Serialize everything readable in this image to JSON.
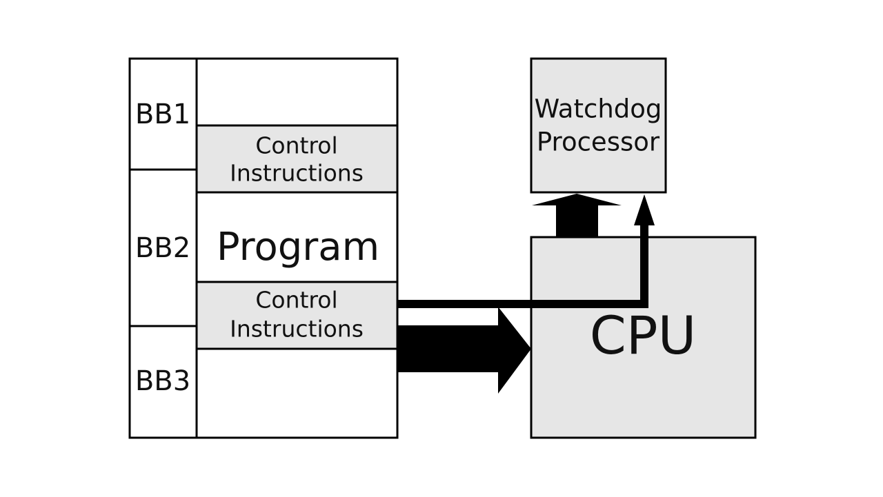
{
  "blocks": {
    "bb1": "BB1",
    "bb2": "BB2",
    "bb3": "BB3"
  },
  "program": {
    "label": "Program",
    "control_instructions_top": [
      "Control",
      "Instructions"
    ],
    "control_instructions_bottom": [
      "Control",
      "Instructions"
    ]
  },
  "watchdog": {
    "line1": "Watchdog",
    "line2": "Processor"
  },
  "cpu": {
    "label": "CPU"
  },
  "colors": {
    "shaded_fill": "#e6e6e6",
    "stroke": "#000000",
    "background": "#ffffff"
  }
}
